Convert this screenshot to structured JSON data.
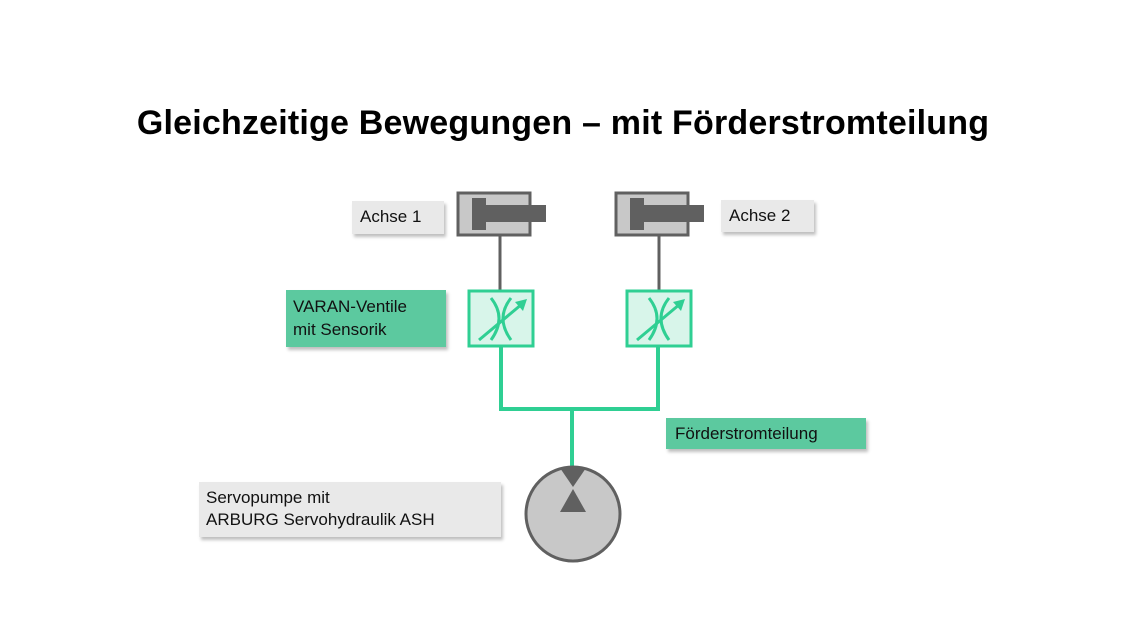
{
  "title": "Gleichzeitige Bewegungen – mit Förderstromteilung",
  "labels": {
    "axis1": "Achse 1",
    "axis2": "Achse 2",
    "valves_line1": "VARAN-Ventile",
    "valves_line2": "mit Sensorik",
    "flow_division": "Förderstromteilung",
    "pump_line1": "Servopumpe mit",
    "pump_line2": "ARBURG Servohydraulik ASH"
  },
  "components": [
    {
      "id": "cylinder-1",
      "type": "hydraulic-cylinder-icon",
      "label_ref": "axis1"
    },
    {
      "id": "cylinder-2",
      "type": "hydraulic-cylinder-icon",
      "label_ref": "axis2"
    },
    {
      "id": "valve-1",
      "type": "proportional-flow-valve-icon",
      "label_ref": "valves_line1"
    },
    {
      "id": "valve-2",
      "type": "proportional-flow-valve-icon",
      "label_ref": "valves_line1"
    },
    {
      "id": "pump",
      "type": "servo-pump-icon",
      "label_ref": "pump_line1"
    }
  ],
  "colors": {
    "hydraulic_line": "#2fcf93",
    "valve_fill": "#d8f5ea",
    "mechanical_grey": "#606060",
    "cylinder_fill": "#c8c8c8",
    "label_grey": "#e9e9e9",
    "label_green": "#5cc99f"
  }
}
